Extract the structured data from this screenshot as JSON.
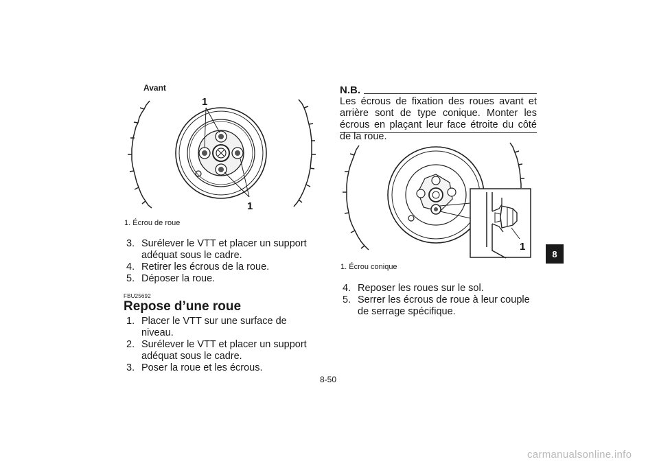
{
  "left_figure": {
    "title": "Avant",
    "callout_top": "1",
    "callout_bottom": "1",
    "caption": "1.  Écrou de roue"
  },
  "left_steps": [
    {
      "num": "3.",
      "text": "Surélever le VTT et placer un support adéquat sous le cadre."
    },
    {
      "num": "4.",
      "text": "Retirer les écrous de la roue."
    },
    {
      "num": "5.",
      "text": "Déposer la roue."
    }
  ],
  "section": {
    "code": "FBU25692",
    "title": "Repose d’une roue",
    "steps": [
      {
        "num": "1.",
        "text": "Placer le VTT sur une surface de niveau."
      },
      {
        "num": "2.",
        "text": "Surélever le VTT et placer un support adéquat sous le cadre."
      },
      {
        "num": "3.",
        "text": "Poser la roue et les écrous."
      }
    ]
  },
  "note": {
    "title": "N.B.",
    "text": "Les écrous de fixation des roues avant et arrière sont de type conique. Monter les écrous en plaçant leur face étroite du côté de la roue."
  },
  "right_figure": {
    "callout": "1",
    "caption": "1.  Écrou conique"
  },
  "right_steps": [
    {
      "num": "4.",
      "text": "Reposer les roues sur le sol."
    },
    {
      "num": "5.",
      "text": "Serrer les écrous de roue à leur couple de serrage spécifique."
    }
  ],
  "chapter_tab": "8",
  "page_number": "8-50",
  "watermark": "carmanualsonline.info"
}
